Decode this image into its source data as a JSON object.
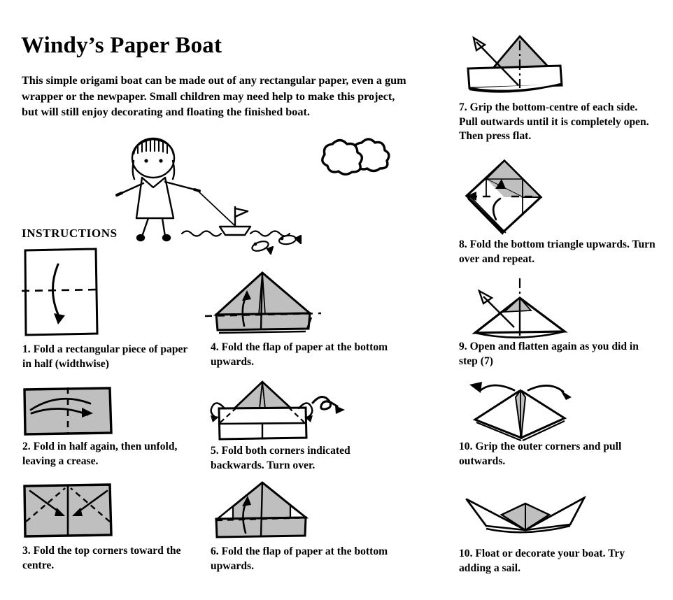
{
  "document": {
    "title": "Windy’s Paper Boat",
    "intro": "This simple origami boat can be made out of any rectangular paper, even a gum wrapper or the newpaper. Small children may need help to make this project, but will still enjoy decorating and floating the finished boat.",
    "instructions_heading": "INSTRUCTIONS"
  },
  "colors": {
    "paper_fill": "#ffffff",
    "shaded_fill": "#bfbfbf",
    "ink": "#000000",
    "background": "#ffffff"
  },
  "illustration": {
    "girl": "girl-flying-kite-boat-drawing",
    "clouds": "two-clouds-drawing",
    "fish": "two-fish-drawing",
    "water": "wavy-water-line",
    "toy_boat": "toy-boat-with-sail"
  },
  "steps": [
    {
      "id": "step-1",
      "number": "1.",
      "caption": "1. Fold a rectangular piece of paper in half (widthwise)",
      "figure": "rectangle-with-horizontal-crease-and-down-arrow",
      "shaded": false
    },
    {
      "id": "step-2",
      "number": "2.",
      "caption": "2. Fold in half again, then unfold, leaving a crease.",
      "figure": "shaded-rectangle-vertical-crease-right-arrow",
      "shaded": true
    },
    {
      "id": "step-3",
      "number": "3.",
      "caption": "3. Fold the top corners toward the centre.",
      "figure": "shaded-rectangle-diagonal-creases-inward-arrows",
      "shaded": true
    },
    {
      "id": "step-4",
      "number": "4.",
      "caption": "4. Fold the flap of paper at the bottom upwards.",
      "figure": "shaded-triangle-with-bottom-band-up-arrow",
      "shaded": true
    },
    {
      "id": "step-5",
      "number": "5.",
      "caption": "5. Fold both corners indicated backwards. Turn over.",
      "figure": "hat-with-corner-fold-arrows-and-turn-over-symbol",
      "shaded": true
    },
    {
      "id": "step-6",
      "number": "6.",
      "caption": "6. Fold the flap of paper at the bottom upwards.",
      "figure": "shaded-hat-with-dashed-fold-line-up-arrow",
      "shaded": true
    },
    {
      "id": "step-7",
      "number": "7.",
      "caption": "7. Grip the bottom-centre of each side. Pull outwards until it is completely open. Then press flat.",
      "figure": "open-hat-three-quarter-view-with-pull-arrow",
      "shaded": true
    },
    {
      "id": "step-8",
      "number": "8.",
      "caption": "8. Fold the bottom triangle upwards. Turn over and repeat.",
      "figure": "diamond-square-with-shaded-quadrant-and-up-arrow",
      "shaded": true
    },
    {
      "id": "step-9",
      "number": "9.",
      "caption": "9. Open and flatten again as you did in step (7)",
      "figure": "flat-triangle-with-pull-open-arrow",
      "shaded": true
    },
    {
      "id": "step-10",
      "number": "10.",
      "caption": "10. Grip the outer corners and pull outwards.",
      "figure": "pointed-form-with-two-outward-arrows",
      "shaded": true
    },
    {
      "id": "step-11",
      "number": "10.",
      "caption": "10. Float or decorate your boat. Try adding a sail.",
      "figure": "finished-paper-boat",
      "shaded": true
    }
  ]
}
